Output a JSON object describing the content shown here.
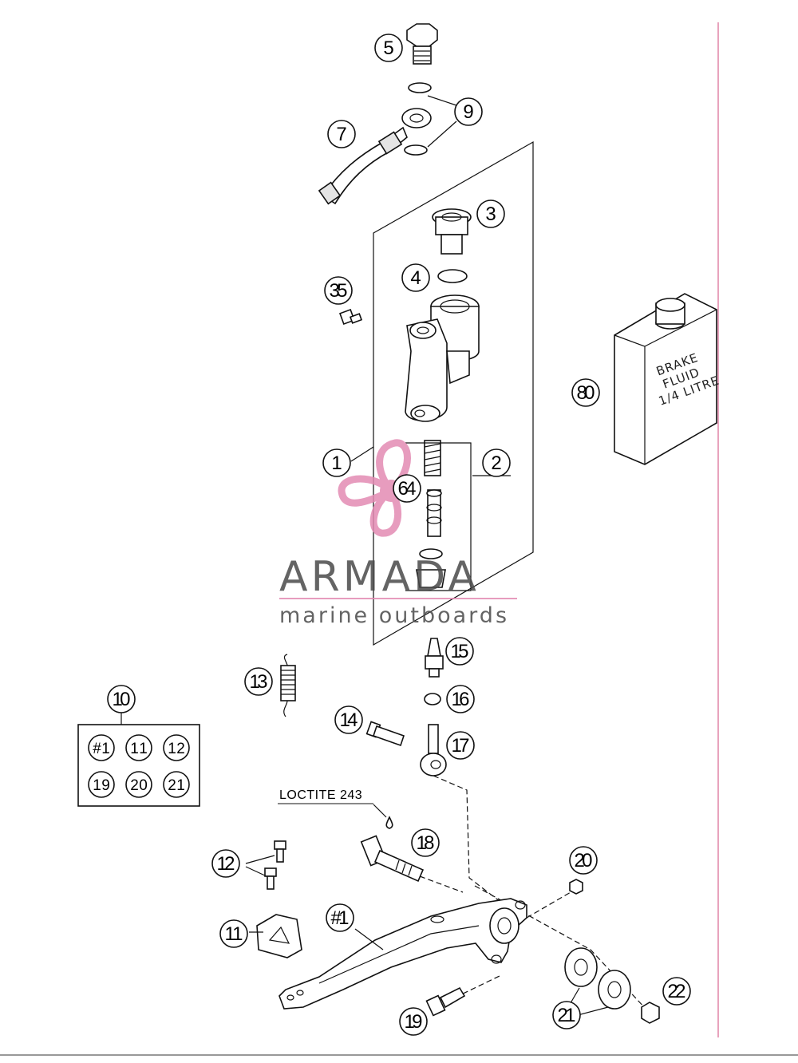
{
  "callouts": [
    {
      "id": "c5",
      "label": "5"
    },
    {
      "id": "c9",
      "label": "9"
    },
    {
      "id": "c7",
      "label": "7"
    },
    {
      "id": "c3",
      "label": "3"
    },
    {
      "id": "c4",
      "label": "4"
    },
    {
      "id": "c35",
      "label": "35"
    },
    {
      "id": "c80",
      "label": "80"
    },
    {
      "id": "c1",
      "label": "1"
    },
    {
      "id": "c2",
      "label": "2"
    },
    {
      "id": "c64",
      "label": "64"
    },
    {
      "id": "c15",
      "label": "15"
    },
    {
      "id": "c13",
      "label": "13"
    },
    {
      "id": "c16",
      "label": "16"
    },
    {
      "id": "c10",
      "label": "10"
    },
    {
      "id": "c14",
      "label": "14"
    },
    {
      "id": "c17",
      "label": "17"
    },
    {
      "id": "c18",
      "label": "18"
    },
    {
      "id": "c12",
      "label": "12"
    },
    {
      "id": "c20",
      "label": "20"
    },
    {
      "id": "c11",
      "label": "11"
    },
    {
      "id": "cL1",
      "label": "#1"
    },
    {
      "id": "c22",
      "label": "22"
    },
    {
      "id": "c21",
      "label": "21"
    },
    {
      "id": "c19",
      "label": "19"
    }
  ],
  "kit_box": {
    "items": [
      "#1",
      "11",
      "12",
      "19",
      "20",
      "21"
    ]
  },
  "loctite_label": "LOCTITE 243",
  "bottle": {
    "line1": "BRAKE",
    "line2": "FLUID",
    "line3": "1/4 LITRE"
  },
  "watermark": {
    "brand": "ARMADA",
    "tagline": "marine outboards",
    "accent_color": "#e38bb3"
  }
}
